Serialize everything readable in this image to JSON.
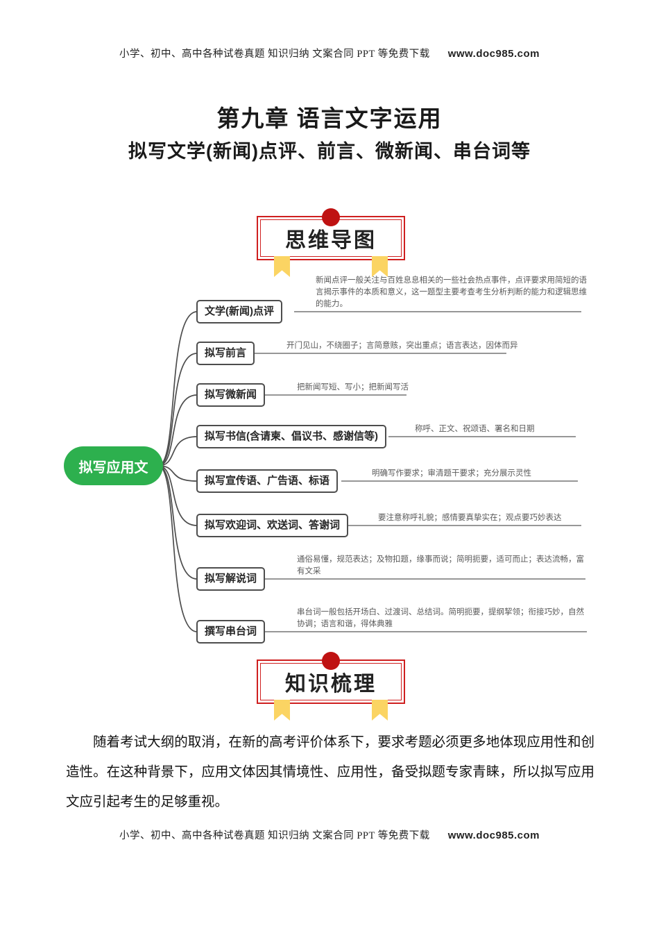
{
  "header": {
    "text": "小学、初中、高中各种试卷真题  知识归纳  文案合同  PPT 等免费下载",
    "site": "www.doc985.com"
  },
  "footer": {
    "text": "小学、初中、高中各种试卷真题  知识归纳  文案合同  PPT 等免费下载",
    "site": "www.doc985.com"
  },
  "title": "第九章 语言文字运用",
  "subtitle": "拟写文学(新闻)点评、前言、微新闻、串台词等",
  "banners": {
    "mindmap": "思维导图",
    "knowledge": "知识梳理"
  },
  "mindmap": {
    "root": "拟写应用文",
    "root_color": "#2db04e",
    "line_color": "#4d4d4d",
    "branches": [
      {
        "label": "文学(新闻)点评",
        "note": "新闻点评一般关注与百姓息息相关的一些社会热点事件，点评要求用简短的语言揭示事件的本质和意义，这一题型主要考查考生分析判断的能力和逻辑思维的能力。"
      },
      {
        "label": "拟写前言",
        "note": "开门见山，不绕圈子；言简意赅，突出重点；语言表达，因体而异"
      },
      {
        "label": "拟写微新闻",
        "note": "把新闻写短、写小；把新闻写活"
      },
      {
        "label": "拟写书信(含请柬、倡议书、感谢信等)",
        "note": "称呼、正文、祝颂语、署名和日期"
      },
      {
        "label": "拟写宣传语、广告语、标语",
        "note": "明确写作要求；审清题干要求；充分展示灵性"
      },
      {
        "label": "拟写欢迎词、欢送词、答谢词",
        "note": "要注意称呼礼貌；感情要真挚实在；观点要巧妙表达"
      },
      {
        "label": "拟写解说词",
        "note": "通俗易懂，规范表达；及物扣题，缘事而说；简明扼要，适可而止；表达流畅，富有文采"
      },
      {
        "label": "撰写串台词",
        "note": "串台词一般包括开场白、过渡词、总结词。简明扼要，提纲挈领；衔接巧妙，自然协调；语言和谐，得体典雅"
      }
    ]
  },
  "knowledge_paragraph": "随着考试大纲的取消，在新的高考评价体系下，要求考题必须更多地体现应用性和创造性。在这种背景下，应用文体因其情境性、应用性，备受拟题专家青睐，所以拟写应用文应引起考生的足够重视。"
}
